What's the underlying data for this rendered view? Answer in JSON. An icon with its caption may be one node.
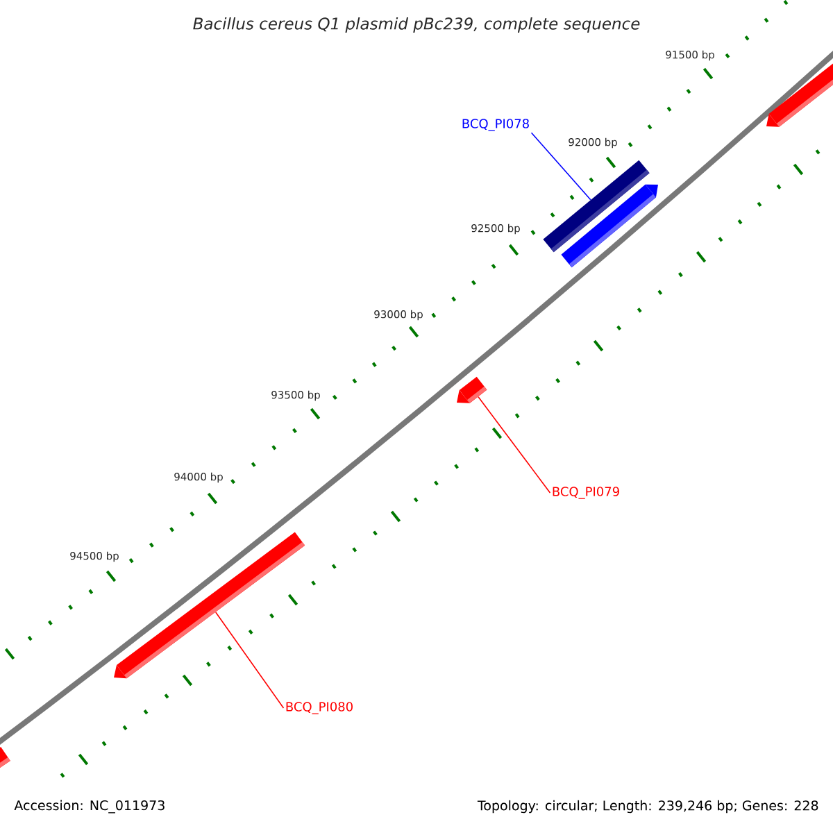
{
  "diagram": {
    "title": "Bacillus cereus Q1 plasmid pBc239, complete sequence",
    "nodes": [
      {
        "text": [
          "BCQ_PI078"
        ]
      },
      {
        "text": [],
        "shape": "bar"
      },
      {
        "text": [
          "BCQ_PI079"
        ]
      },
      {
        "text": [],
        "shape": "bar"
      },
      {
        "text": [
          "BCQ_PI080"
        ]
      },
      {
        "text": [],
        "shape": "bar"
      }
    ],
    "edges": [
      {
        "from": 0,
        "to": 1,
        "arrow": "none",
        "color": "#0000ff"
      },
      {
        "from": 2,
        "to": 3,
        "arrow": "none"
      },
      {
        "from": 4,
        "to": 5,
        "arrow": "none"
      }
    ],
    "labels": [
      "91500 bp",
      "92000 bp",
      "92500 bp",
      "93000 bp",
      "93500 bp",
      "94000 bp",
      "94500 bp",
      "Accession: NC_011973",
      "Topology: circular; Length: 239,246 bp; Genes: 228"
    ]
  }
}
